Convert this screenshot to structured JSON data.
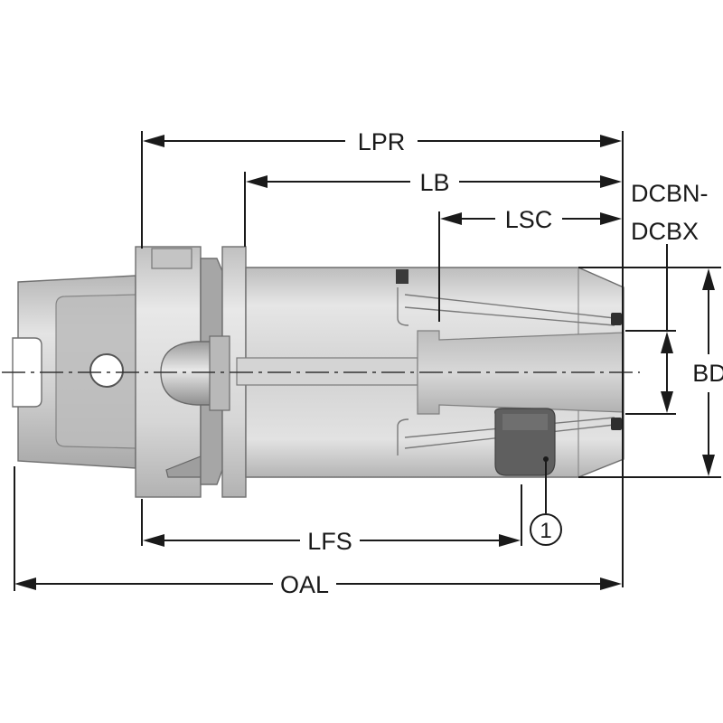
{
  "dimensions": {
    "lpr": "LPR",
    "lb": "LB",
    "lsc": "LSC",
    "dcbn_line1": "DCBN-",
    "dcbx_line2": "DCBX",
    "bd": "BD",
    "lfs": "LFS",
    "oal": "OAL"
  },
  "callout": {
    "number": "1"
  },
  "colors": {
    "body_light": "#e4e4e4",
    "body_mid": "#cdcdcd",
    "body_dark": "#a8a8a8",
    "bore_dark": "#6e6e6e",
    "dimension_ink": "#1a1a1a"
  }
}
